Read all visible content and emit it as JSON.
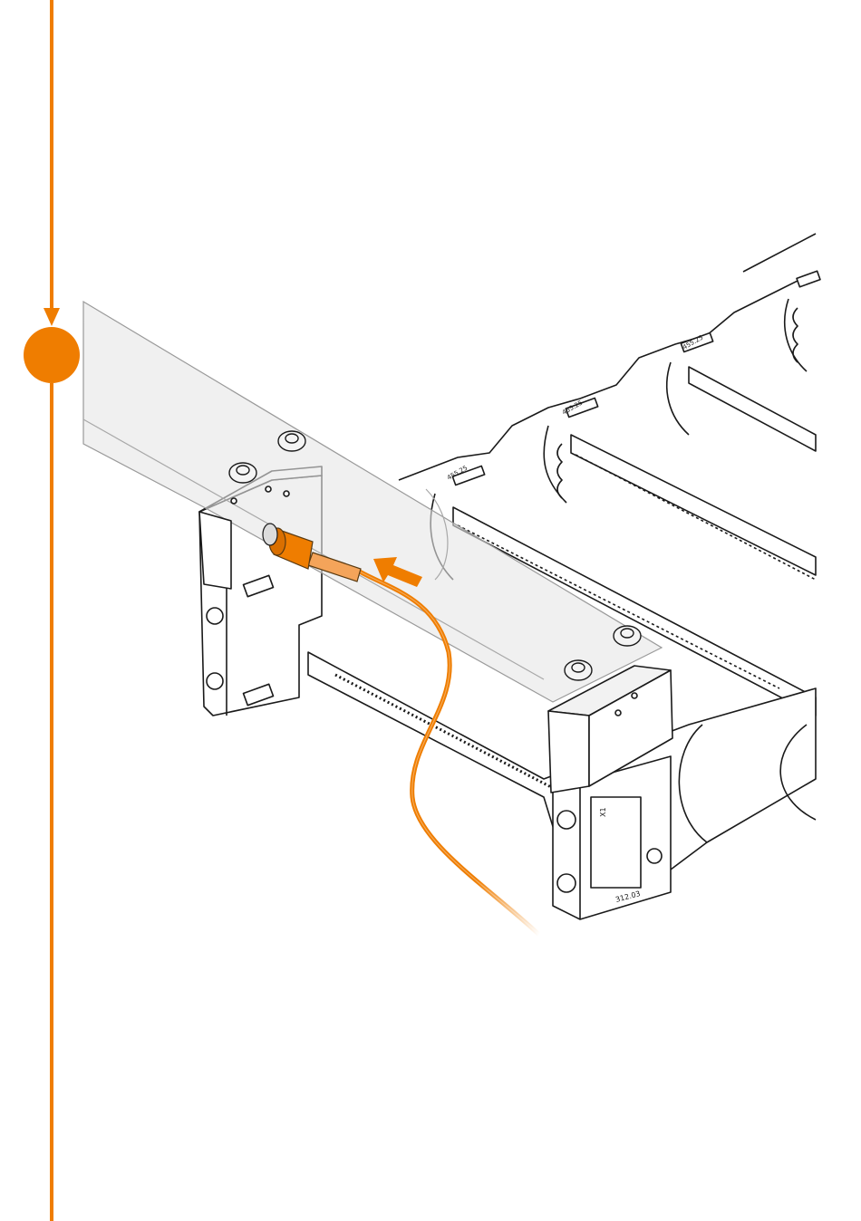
{
  "colors": {
    "accent": "#ef7d00",
    "line": "#1a1a1a",
    "ghost_fill": "#e9e9e9",
    "ghost_stroke": "#9a9a9a",
    "cable_light": "#f4b27a"
  },
  "timeline": {
    "step_marker": "orange-dot"
  },
  "part_labels": {
    "separator_mark": "455.25",
    "end_plate_top": "X1",
    "end_plate_bottom": "312.03"
  }
}
